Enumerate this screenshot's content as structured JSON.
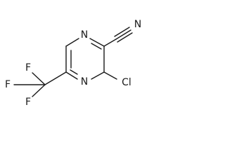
{
  "molecule": {
    "atoms": {
      "n_top": "N",
      "n_bottom": "N",
      "n_nitrile": "N",
      "cl": "Cl",
      "f1": "F",
      "f2": "F",
      "f3": "F"
    }
  }
}
